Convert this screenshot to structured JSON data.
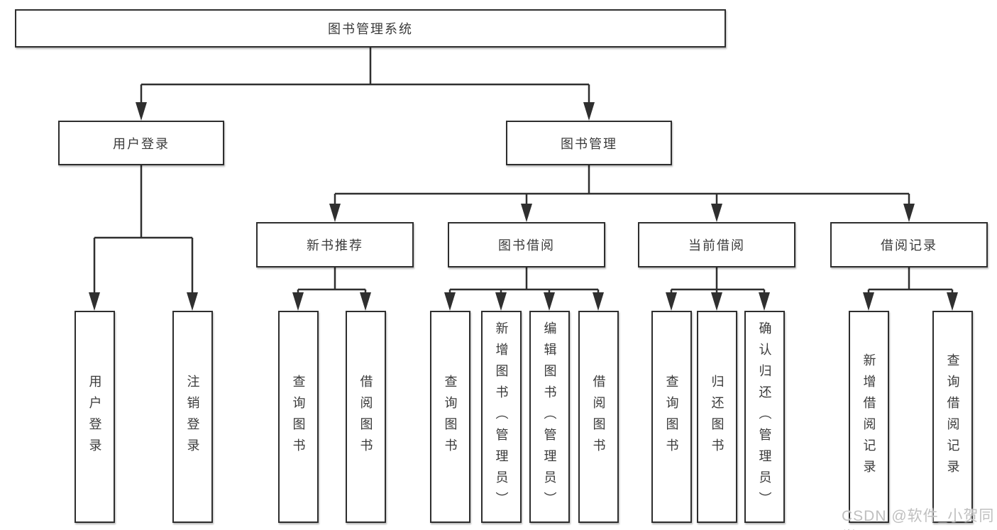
{
  "diagram": {
    "root": "图书管理系统",
    "level2": [
      "用户登录",
      "图书管理"
    ],
    "level3": [
      "新书推荐",
      "图书借阅",
      "当前借阅",
      "借阅记录"
    ],
    "leaves": {
      "user_login": [
        "用户登录",
        "注销登录"
      ],
      "new_books": [
        "查询图书",
        "借阅图书"
      ],
      "book_borrow": [
        "查询图书",
        "新增图书（管理员）",
        "编辑图书（管理员）",
        "借阅图书"
      ],
      "current_borrow": [
        "查询图书",
        "归还图书",
        "确认归还（管理员）"
      ],
      "borrow_records": [
        "新增借阅记录",
        "查询借阅记录"
      ]
    }
  },
  "watermark": {
    "text": "CSDN @软件_小贺同学"
  },
  "colors": {
    "line": "#2f2f2f",
    "border": "#2e2e2e",
    "fill": "#ffffff",
    "text": "#3a3a3a",
    "watermark": "#bfbfbf",
    "background": "#ffffff"
  }
}
